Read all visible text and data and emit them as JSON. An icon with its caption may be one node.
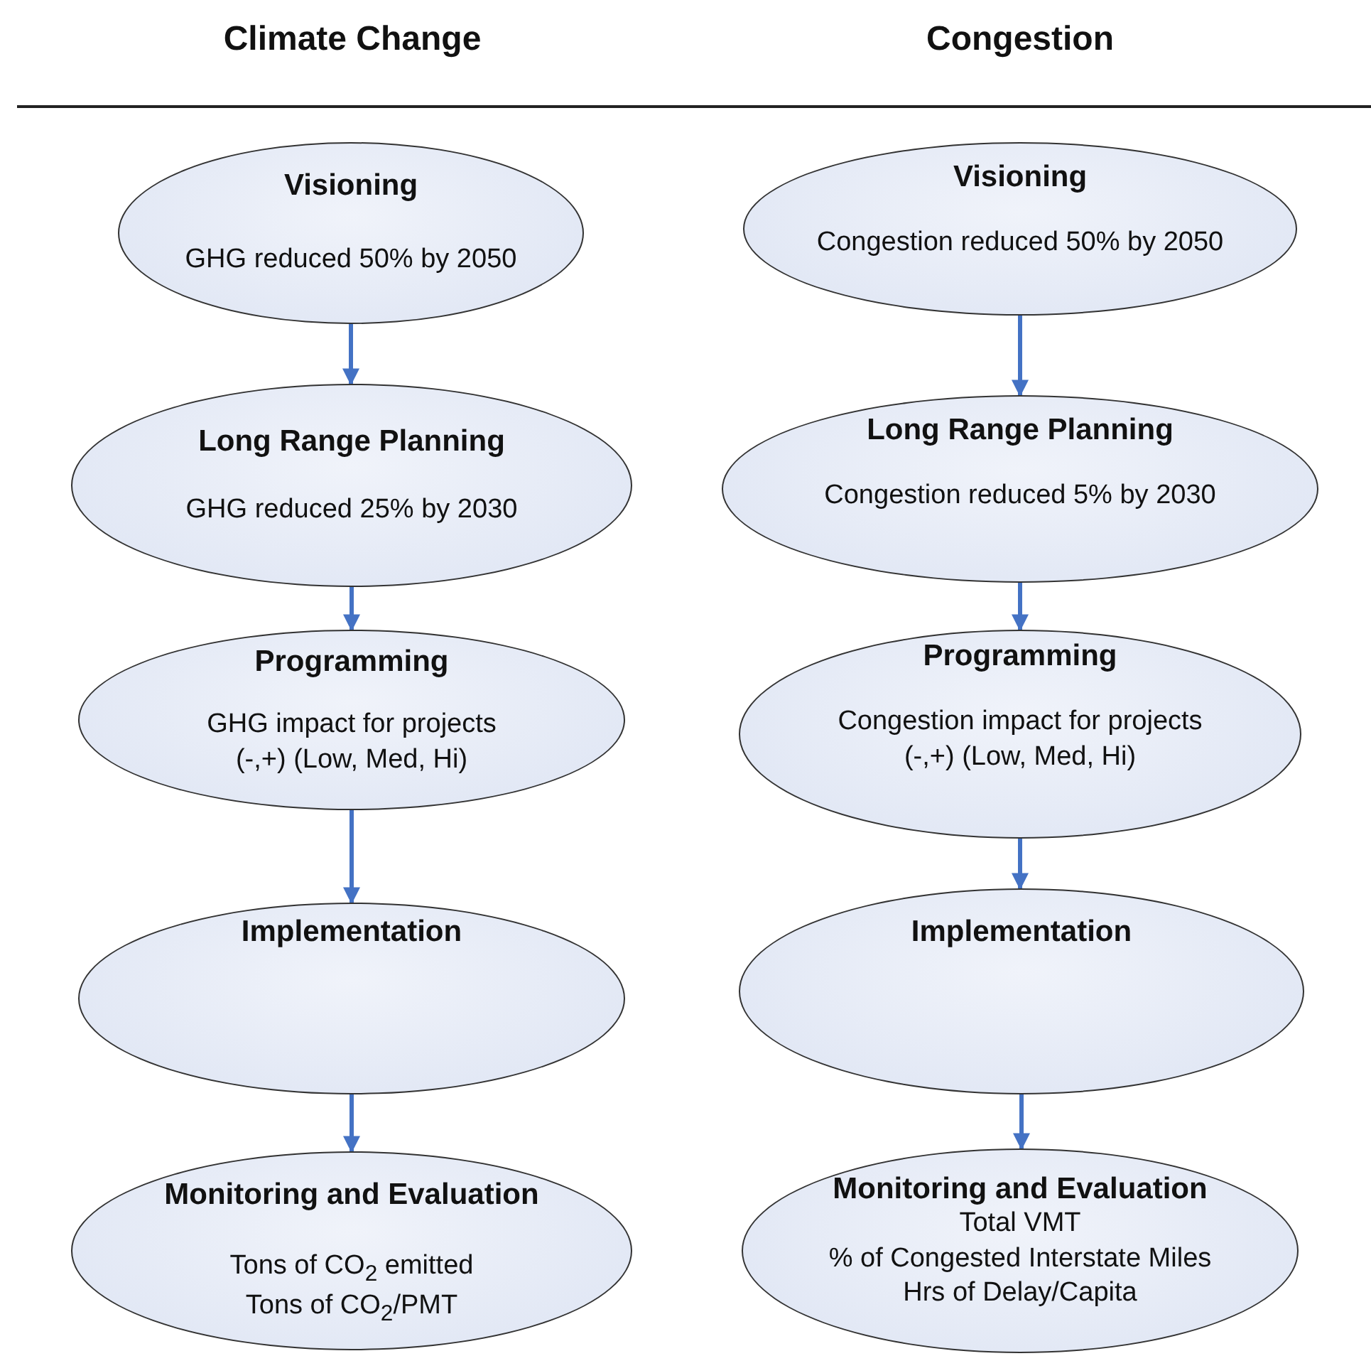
{
  "diagram": {
    "nodes": [
      {
        "text": [
          "Visioning",
          "GHG reduced 50% by 2050"
        ]
      },
      {
        "text": [
          "Long Range Planning",
          "GHG reduced 25% by 2030"
        ]
      },
      {
        "text": [
          "Programming",
          "GHG impact for projects",
          "(-,+) (Low, Med, Hi)"
        ]
      },
      {
        "text": [
          "Implementation"
        ]
      },
      {
        "text": [
          "Monitoring and Evaluation",
          "Tons of CO$_{2}$ emitted",
          "Tons of CO$_{2}$/PMT"
        ]
      },
      {
        "text": [
          "Visioning",
          "Congestion reduced 50% by 2050"
        ]
      },
      {
        "text": [
          "Long Range Planning",
          "Congestion reduced 5% by 2030"
        ]
      },
      {
        "text": [
          "Programming",
          "Congestion impact for projects",
          "(-,+) (Low, Med, Hi)"
        ]
      },
      {
        "text": [
          "Implementation"
        ]
      },
      {
        "text": [
          "Monitoring and Evaluation",
          "Total VMT",
          "% of Congested Interstate Miles",
          "Hrs of Delay/Capita"
        ]
      }
    ],
    "edges": [
      {
        "from": 0,
        "to": 1,
        "arrow": "to"
      },
      {
        "from": 1,
        "to": 2,
        "arrow": "to"
      },
      {
        "from": 2,
        "to": 3,
        "arrow": "to"
      },
      {
        "from": 3,
        "to": 4,
        "arrow": "to"
      },
      {
        "from": 5,
        "to": 6,
        "arrow": "to"
      },
      {
        "from": 6,
        "to": 7,
        "arrow": "to"
      },
      {
        "from": 7,
        "to": 8,
        "arrow": "to"
      },
      {
        "from": 8,
        "to": 9,
        "arrow": "to"
      }
    ],
    "labels": [
      "Climate Change",
      "Congestion"
    ]
  }
}
